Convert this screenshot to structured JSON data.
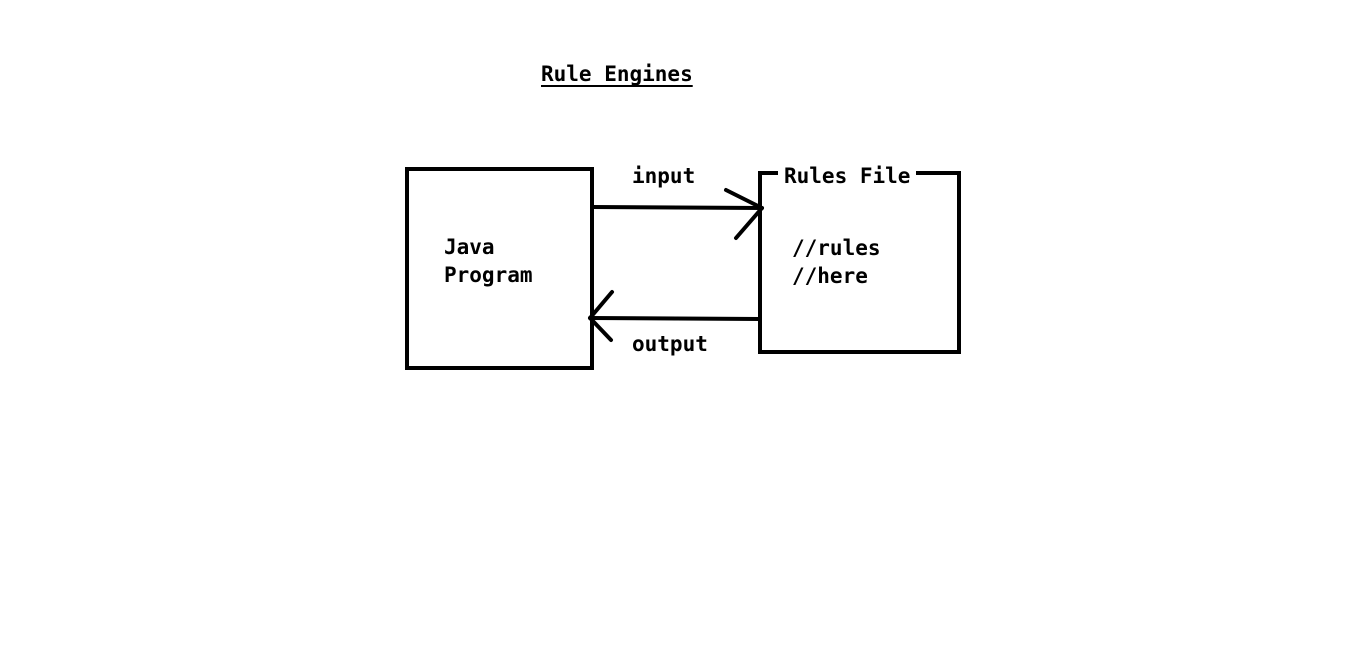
{
  "title": "Rule Engines",
  "java_box": {
    "line1": "Java",
    "line2": "Program"
  },
  "rules_box": {
    "title": "Rules File",
    "line1": "//rules",
    "line2": "//here"
  },
  "arrows": {
    "input_label": "input",
    "output_label": "output"
  }
}
